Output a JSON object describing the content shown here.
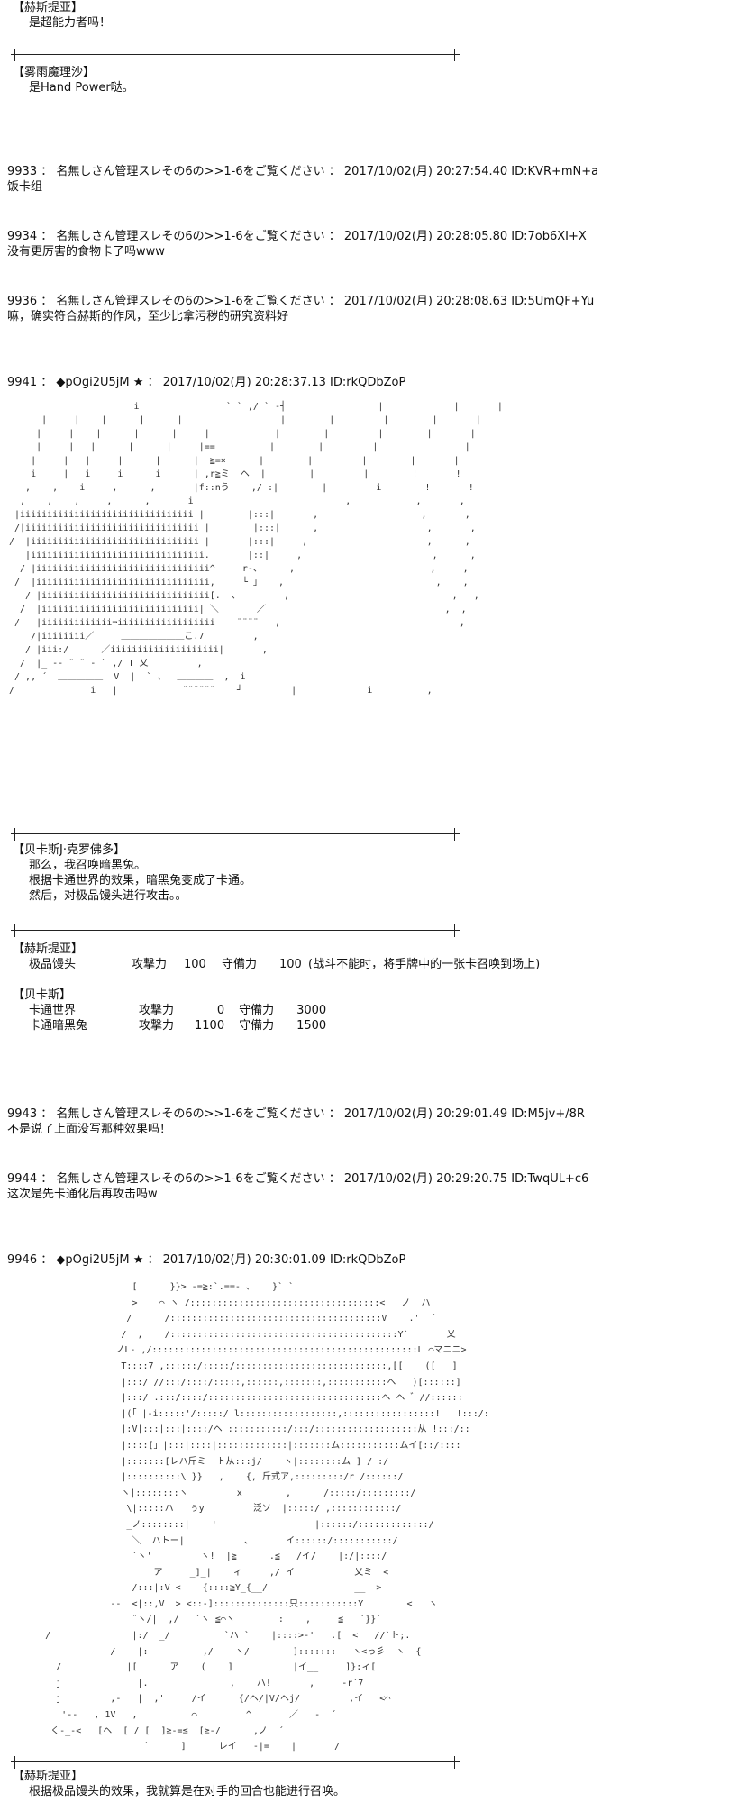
{
  "blocks": {
    "b1": {
      "speaker": "【赫斯提亚】",
      "lines": [
        "是超能力者吗！"
      ]
    },
    "b2": {
      "speaker": "【雾雨魔理沙】",
      "lines": [
        "是Hand Power哒。"
      ]
    },
    "b3": {
      "speaker": "【贝卡斯J·克罗佛多】",
      "lines": [
        "那么，我召唤暗黑兔。",
        "根据卡通世界的效果，暗黑兔变成了卡通。",
        "然后，对极品馒头进行攻击。。"
      ]
    },
    "b4": {
      "speaker": "【赫斯提亚】"
    },
    "b5": {
      "speaker": "【贝卡斯】"
    },
    "b6": {
      "speaker": "【赫斯提亚】",
      "lines": [
        "根据极品馒头的效果，我就算是在对手的回合也能进行召唤。"
      ]
    }
  },
  "posts": [
    {
      "header": "9933 ： 名無しさん管理スレその6の>>1-6をご覧ください ： 2017/10/02(月) 20:27:54.40 ID:KVR+mN+a",
      "body": "饭卡组"
    },
    {
      "header": "9934 ： 名無しさん管理スレその6の>>1-6をご覧ください ： 2017/10/02(月) 20:28:05.80 ID:7ob6XI+X",
      "body": "没有更厉害的食物卡了吗www"
    },
    {
      "header": "9936 ： 名無しさん管理スレその6の>>1-6をご覧ください ： 2017/10/02(月) 20:28:08.63 ID:5UmQF+Yu",
      "body": "嘛，确实符合赫斯的作风，至少比拿污秽的研究资料好"
    },
    {
      "header": "9941 ： ◆pOgi2U5jM ★ ： 2017/10/02(月) 20:28:37.13 ID:rkQDbZoP"
    },
    {
      "header": "9943 ： 名無しさん管理スレその6の>>1-6をご覧ください ： 2017/10/02(月) 20:29:01.49 ID:M5jv+/8R",
      "body": "不是说了上面没写那种效果吗！"
    },
    {
      "header": "9944 ： 名無しさん管理スレその6の>>1-6をご覧ください ： 2017/10/02(月) 20:29:20.75 ID:TwqUL+c6",
      "body": "这次是先卡通化后再攻击吗w"
    },
    {
      "header": "9946 ： ◆pOgi2U5jM ★ ： 2017/10/02(月) 20:30:01.09 ID:rkQDbZoP"
    }
  ],
  "stats_hestia": [
    {
      "name": "极品馒头",
      "atk_label": "攻撃力",
      "atk": "100",
      "def_label": "守備力",
      "def": "100",
      "note": "(战斗不能时，将手牌中的一张卡召唤到场上)"
    }
  ],
  "stats_becas": [
    {
      "name": "卡通世界",
      "atk_label": "攻撃力",
      "atk": "0",
      "def_label": "守備力",
      "def": "3000"
    },
    {
      "name": "卡通暗黑兔",
      "atk_label": "攻撃力",
      "atk": "1100",
      "def_label": "守備力",
      "def": "1500"
    }
  ],
  "art1_lines": [
    "                       i                ` ` ,/ ` -┤                 |             |       |",
    "      |     |    |      |      |                  |        |         |        |       |",
    "     |     |    |      |      |     |            |        |         |        |       |",
    "     |     |   |      |      |     |==          |        |         |        |       |",
    "    |     |   |     |      |      |  ≧=×      |        |         |        |       |",
    "    i     |   i     i      i      | ,r≧ミ  ヘ  |        |         |        !       !",
    "   ,    ,    i     ,      ,       |f::nう    ,/ :|        |         i        !       !",
    "  ,    ,    ,     ,      ,       i                            ,            ,       ,",
    " |iiiiiiiiiiiiiiiiiiiiiiiiiiiiiiii |        |:::|       ,                   ,       ,",
    " /|iiiiiiiiiiiiiiiiiiiiiiiiiiiiiiii |        |:::|      ,                    ,       ,",
    "/  |iiiiiiiiiiiiiiiiiiiiiiiiiiiiiii |       |:::|     ,                      ,      ,",
    "   |iiiiiiiiiiiiiiiiiiiiiiiiiiiiiiii.       |::|     ,                        ,      ,",
    "  / |iiiiiiiiiiiiiiiiiiiiiiiiiiiiiiii^     r‐、     ,                         ,     ,",
    " /  |iiiiiiiiiiiiiiiiiiiiiiiiiiiiiiii,     └ 」   ,                            ,    ,",
    "   / |iiiiiiiiiiiiiiiiiiiiiiiiiiiiiii[.  、        ,                              ,   ,",
    "  /  |iiiiiiiiiiiiiiiiiiiiiiiiiiiii| ＼   __  ／                                 ,  ,",
    " /   |iiiiiiiiiiiii¬iiiiiiiiiiiiiiiiii    ¨¨¨¨   ,                                 ,",
    "    /|iiiiiiii／     ＿＿＿＿＿＿＿こ.7         ,",
    "   / |iii:/      ／iiiiiiiiiiiiiiiiiiii|       ,",
    "  /  |_ -‐ ¨ ¨ - ` ,/ T 乂         ,",
    " / ,, ´  ＿＿＿＿＿  V  |  ` 、  ＿＿＿＿  ,  i",
    "/              i   |            ¨¨¨¨¨¨    ┘         |             i          ,"
  ],
  "art2_lines": [
    "                      [      }}> -=≧:`.==- ､    }` `",
    "                      >    ⌒ ヽ /:::::::::::::::::::::::::::::::::::<   ノ  ハ",
    "                     /      /:::::::::::::::::::::::::::::::::::::::V    .'  ´",
    "                    /  ,    /::::::::::::::::::::::::::::::::::::::::::Y`       乂",
    "                   ノL- ,/:::::::::::::::::::::::::::::::::::::::::::::::::L ⌒マニニ>",
    "                    T::::7 ,::::::/:::::/::::::::::::::::::::::::::::,[[    ([   ]",
    "                    |:::/ //:::/::::/:::::,::::::,:::::::,:::::::::::ヘ   )[::::::]",
    "                    |:::/ .:::/::::/::::::::::::::::::::::::::::::::ヘ ヘ ゛//::::::",
    "                    |(「 |-i:::::'/:::::/ l::::::::::::::::::,:::::::::::::::::!   !:::/:",
    "                    |:V|:::|:::|::::/ヘ :::::::::::/:::/:::::::::::::::::::从 !:::/::",
    "                    |::::[」|:::|::::|:::::::::::::|:::::::ム:::::::::::ムイ[::/::::",
    "                    |:::::::[レハ斤ミ  ト从:::j/    ヽ|::::::::ム ] / :/",
    "                    |::::::::::\\ }}   ,    {, 斤式ア,:::::::::/r /::::::/",
    "                    ヽ|::::::::ヽ         x        ,      /:::::/:::::::::/",
    "                     \\|:::::ハ   ぅy         泛ソ  |:::::/ ,::::::::::::/",
    "                     _ノ::::::::|    '                  |::::::/:::::::::::::/",
    "                      ＼  ハトー|           、      イ::::::/:::::::::::/",
    "                      `ヽ'    __   ヽ!  |≧   _  .≦   /イ/    |:/|::::/",
    "                          ア     _]_|    ィ     ,/ イ           乂ミ  <",
    "                      /:::|:V <    {::::≧Y_{__/                __  >",
    "                  --  <|::,V  > <::-]::::::::::::::只:::::::::::Y        <   ヽ",
    "                      ¨ヽ/|  ,/   `ヽ ≦⌒ヽ        :    ,     ≦   `}}`",
    "      /               |:/  _/          `ハ `    |::::>-'   .[  <   //`ト;.",
    "                  /    |:          ,/    ヽ/        ]:::::::   ヽ<っ彡  ヽ  {",
    "        /            |[      ア    (    ]           |イ__     ]}:ィ[",
    "        j              |.               ,    ハ!       ,     -r´7",
    "        j         ,-   |  ,'     /イ      {/ヘ/|V/ヘj/         ,イ   <⌒",
    "         '--   , 1V   ,          ⌒         ^       ／   -  ´",
    "       く-_-<   [ヘ  [ / [  ]≧-=≦  [≧-/      ,ノ  ´",
    "                        ´      ]      レイ   -|=    |       /"
  ]
}
